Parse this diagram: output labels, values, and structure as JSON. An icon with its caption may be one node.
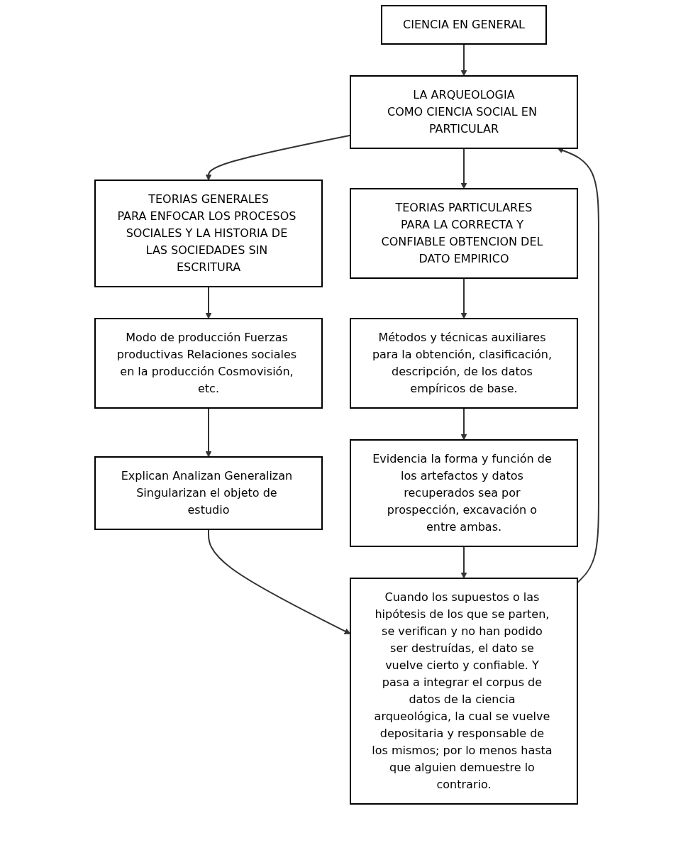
{
  "diagram": {
    "nodes": [
      {
        "text": [
          "CIENCIA EN GENERAL"
        ]
      },
      {
        "text": [
          "LA ARQUEOLOGIA",
          "COMO CIENCIA SOCIAL EN PARTICULAR"
        ]
      },
      {
        "text": [
          "TEORIAS GENERALES",
          "PARA ENFOCAR LOS PROCESOS SOCIALES Y LA HISTORIA DE LAS SOCIEDADES SIN ESCRITURA"
        ]
      },
      {
        "text": [
          "TEORIAS PARTICULARES",
          "PARA LA CORRECTA Y CONFIABLE OBTENCION DEL DATO EMPIRICO"
        ]
      },
      {
        "text": [
          "Modo de producción Fuerzas productivas Relaciones sociales en la producción Cosmovisión, etc."
        ]
      },
      {
        "text": [
          "Métodos y técnicas auxiliares para la obtención, clasificación, descripción, de los datos empíricos de base."
        ]
      },
      {
        "text": [
          "Explican Analizan Generalizan Singularizan el objeto de estudio"
        ]
      },
      {
        "text": [
          "Evidencia la forma y función de los artefactos y datos recuperados sea por prospección, excavación o entre ambas."
        ]
      },
      {
        "text": [
          "Cuando los supuestos o las hipótesis de los que se parten, se verifican y no han podido ser destruídas, el dato se vuelve cierto y confiable. Y pasa a integrar el corpus de datos de la ciencia arqueológica, la cual se vuelve depositaria y responsable de los mismos; por lo menos hasta que alguien demuestre lo contrario."
        ]
      }
    ],
    "edges": [
      {
        "from": 0,
        "to": 1,
        "arrow": "to"
      },
      {
        "from": 1,
        "to": 2,
        "arrow": "to"
      },
      {
        "from": 1,
        "to": 3,
        "arrow": "to"
      },
      {
        "from": 2,
        "to": 4,
        "arrow": "to"
      },
      {
        "from": 3,
        "to": 5,
        "arrow": "to"
      },
      {
        "from": 4,
        "to": 6,
        "arrow": "to"
      },
      {
        "from": 5,
        "to": 7,
        "arrow": "to"
      },
      {
        "from": 6,
        "to": 8,
        "arrow": "to"
      },
      {
        "from": 7,
        "to": 8,
        "arrow": "to"
      },
      {
        "from": 8,
        "to": 1,
        "arrow": "to"
      }
    ]
  }
}
